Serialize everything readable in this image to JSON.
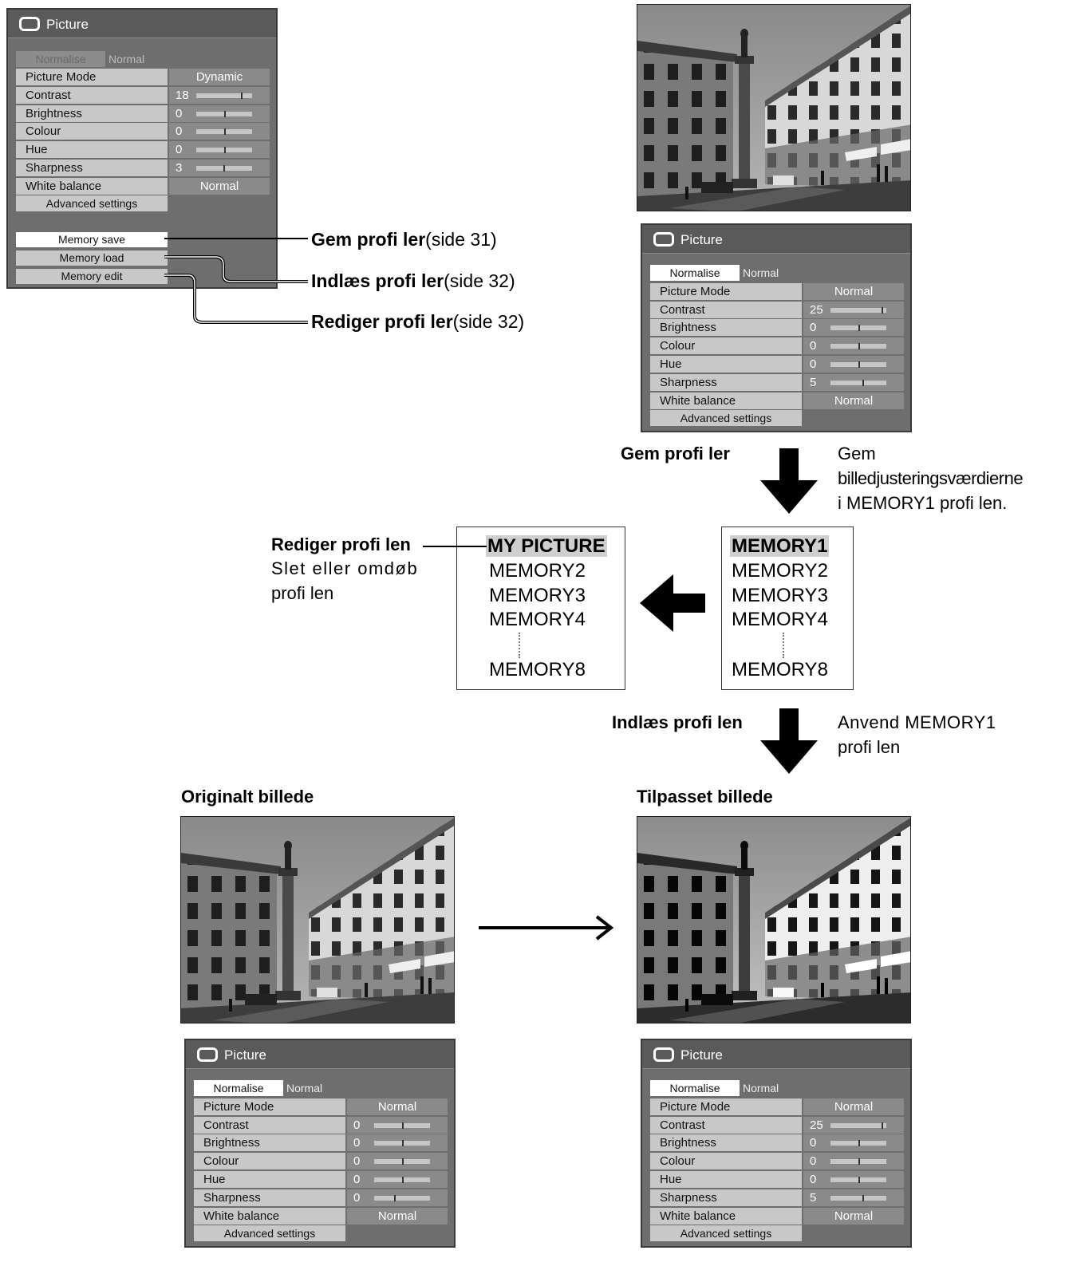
{
  "menus": {
    "top_left": {
      "title": "Picture",
      "normalise_label": "Normalise",
      "normalise_value": "Normal",
      "picture_mode_label": "Picture Mode",
      "picture_mode_value": "Dynamic",
      "contrast_label": "Contrast",
      "contrast_value": "18",
      "contrast_level": 18,
      "brightness_label": "Brightness",
      "brightness_value": "0",
      "brightness_level": 0,
      "colour_label": "Colour",
      "colour_value": "0",
      "colour_level": 0,
      "hue_label": "Hue",
      "hue_value": "0",
      "hue_level": 0,
      "sharpness_label": "Sharpness",
      "sharpness_value": "3",
      "sharpness_level": 3,
      "white_balance_label": "White balance",
      "white_balance_value": "Normal",
      "advanced_label": "Advanced settings",
      "memory_save": "Memory save",
      "memory_load": "Memory load",
      "memory_edit": "Memory edit"
    },
    "top_right": {
      "title": "Picture",
      "normalise_label": "Normalise",
      "normalise_value": "Normal",
      "picture_mode_label": "Picture Mode",
      "picture_mode_value": "Normal",
      "contrast_label": "Contrast",
      "contrast_value": "25",
      "contrast_level": 25,
      "brightness_label": "Brightness",
      "brightness_value": "0",
      "brightness_level": 0,
      "colour_label": "Colour",
      "colour_value": "0",
      "colour_level": 0,
      "hue_label": "Hue",
      "hue_value": "0",
      "hue_level": 0,
      "sharpness_label": "Sharpness",
      "sharpness_value": "5",
      "sharpness_level": 5,
      "white_balance_label": "White balance",
      "white_balance_value": "Normal",
      "advanced_label": "Advanced settings"
    },
    "bottom_left": {
      "title": "Picture",
      "normalise_label": "Normalise",
      "normalise_value": "Normal",
      "picture_mode_label": "Picture Mode",
      "picture_mode_value": "Normal",
      "contrast_label": "Contrast",
      "contrast_value": "0",
      "contrast_level": 0,
      "brightness_label": "Brightness",
      "brightness_value": "0",
      "brightness_level": 0,
      "colour_label": "Colour",
      "colour_value": "0",
      "colour_level": 0,
      "hue_label": "Hue",
      "hue_value": "0",
      "hue_level": 0,
      "sharpness_label": "Sharpness",
      "sharpness_value": "0",
      "sharpness_level": 0,
      "white_balance_label": "White balance",
      "white_balance_value": "Normal",
      "advanced_label": "Advanced settings"
    },
    "bottom_right": {
      "title": "Picture",
      "normalise_label": "Normalise",
      "normalise_value": "Normal",
      "picture_mode_label": "Picture Mode",
      "picture_mode_value": "Normal",
      "contrast_label": "Contrast",
      "contrast_value": "25",
      "contrast_level": 25,
      "brightness_label": "Brightness",
      "brightness_value": "0",
      "brightness_level": 0,
      "colour_label": "Colour",
      "colour_value": "0",
      "colour_level": 0,
      "hue_label": "Hue",
      "hue_value": "0",
      "hue_level": 0,
      "sharpness_label": "Sharpness",
      "sharpness_value": "5",
      "sharpness_level": 5,
      "white_balance_label": "White balance",
      "white_balance_value": "Normal",
      "advanced_label": "Advanced settings"
    }
  },
  "callouts": {
    "save_bold": "Gem profi ler",
    "save_page": "(side 31)",
    "load_bold": "Indlæs profi ler",
    "load_page": "(side 32)",
    "edit_bold": "Rediger profi ler",
    "edit_page": "(side 32)"
  },
  "flow": {
    "save_step": "Gem profi ler",
    "save_desc_1": "Gem",
    "save_desc_2": "billedjusteringsværdierne",
    "save_desc_3": "i MEMORY1 profi len.",
    "edit_step": "Rediger profi len",
    "edit_desc_1": "Slet eller omdøb",
    "edit_desc_2": "profi len",
    "load_step": "Indlæs profi len",
    "load_desc_1": "Anvend MEMORY1",
    "load_desc_2": "profi len",
    "original_label": "Originalt billede",
    "adjusted_label": "Tilpasset billede"
  },
  "memory_lists": {
    "edited": [
      "MY PICTURE",
      "MEMORY2",
      "MEMORY3",
      "MEMORY4",
      "MEMORY8"
    ],
    "saved": [
      "MEMORY1",
      "MEMORY2",
      "MEMORY3",
      "MEMORY4",
      "MEMORY8"
    ]
  },
  "colors": {
    "osd_background": "#6e6e6e",
    "osd_label": "#c8c8c8",
    "highlight": "#cfcfcf"
  }
}
